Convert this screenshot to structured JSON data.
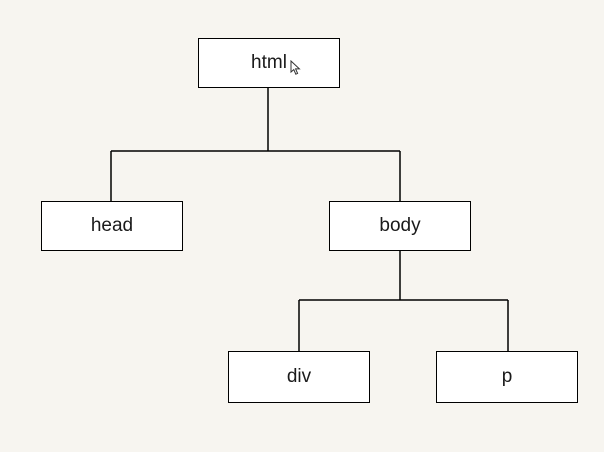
{
  "diagram": {
    "nodes": [
      {
        "id": "html",
        "label": "html"
      },
      {
        "id": "head",
        "label": "head"
      },
      {
        "id": "body",
        "label": "body"
      },
      {
        "id": "div",
        "label": "div"
      },
      {
        "id": "p",
        "label": "p"
      }
    ],
    "edges": [
      {
        "from": "html",
        "to": "head"
      },
      {
        "from": "html",
        "to": "body"
      },
      {
        "from": "body",
        "to": "div"
      },
      {
        "from": "body",
        "to": "p"
      }
    ]
  },
  "colors": {
    "background": "#f7f5f0",
    "node_fill": "#ffffff",
    "node_border": "#000000",
    "text": "#1a1a1a"
  },
  "icons": {
    "cursor": "mouse-pointer-icon"
  }
}
